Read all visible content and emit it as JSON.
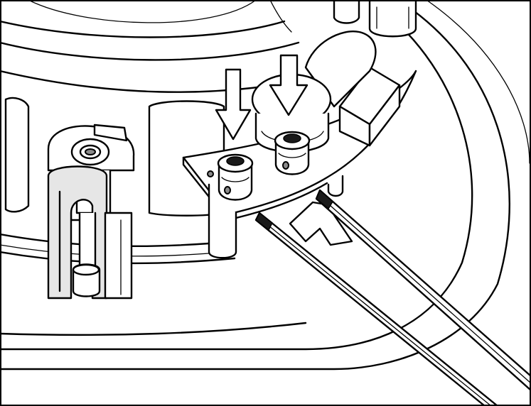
{
  "colors": {
    "background": "#ffffff",
    "line": "#000000",
    "shade_light": "#e6e6e6",
    "shade_dark": "#8a8a8a"
  },
  "parts": {
    "frame": "frame-border",
    "speaker_rim": "outer-rim",
    "speaker_basket": "speaker-basket",
    "terminal_board": "terminal-board",
    "terminal_posts": 2,
    "spring_clip": "spring-clip",
    "mounting_dog": "mounting-dog",
    "speaker_wires": 2,
    "arrows": [
      "arrow-down-tighten",
      "arrow-down-left",
      "arrow-insert-wire"
    ]
  }
}
